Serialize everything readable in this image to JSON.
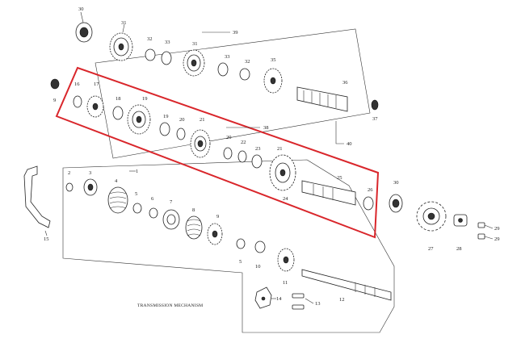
{
  "caption": "TRANSMISSION MECHANISM",
  "highlight_color": "#d9262b",
  "callouts": {
    "c1": "1",
    "c2": "2",
    "c3": "3",
    "c4": "4",
    "c5a": "5",
    "c5b": "5",
    "c6": "6",
    "c7": "7",
    "c8": "8",
    "c9": "9",
    "c10": "10",
    "c11": "11",
    "c12": "12",
    "c13": "13",
    "c14": "14",
    "c15": "15",
    "c16": "16",
    "c17": "17",
    "c18": "18",
    "c19": "19",
    "c19b": "19",
    "c20a": "20",
    "c20b": "20",
    "c21a": "21",
    "c21b": "21",
    "c22": "22",
    "c23": "23",
    "c24": "24",
    "c25": "25",
    "c26": "26",
    "c27": "27",
    "c28": "28",
    "c29a": "29",
    "c29b": "29",
    "c30a": "30",
    "c30b": "30",
    "c31a": "31",
    "c31b": "31",
    "c32a": "32",
    "c32b": "32",
    "c33a": "33",
    "c33b": "33",
    "c35": "35",
    "c36": "36",
    "c37": "37",
    "c38": "38",
    "c39": "39",
    "c40": "40",
    "c9b": "9"
  }
}
